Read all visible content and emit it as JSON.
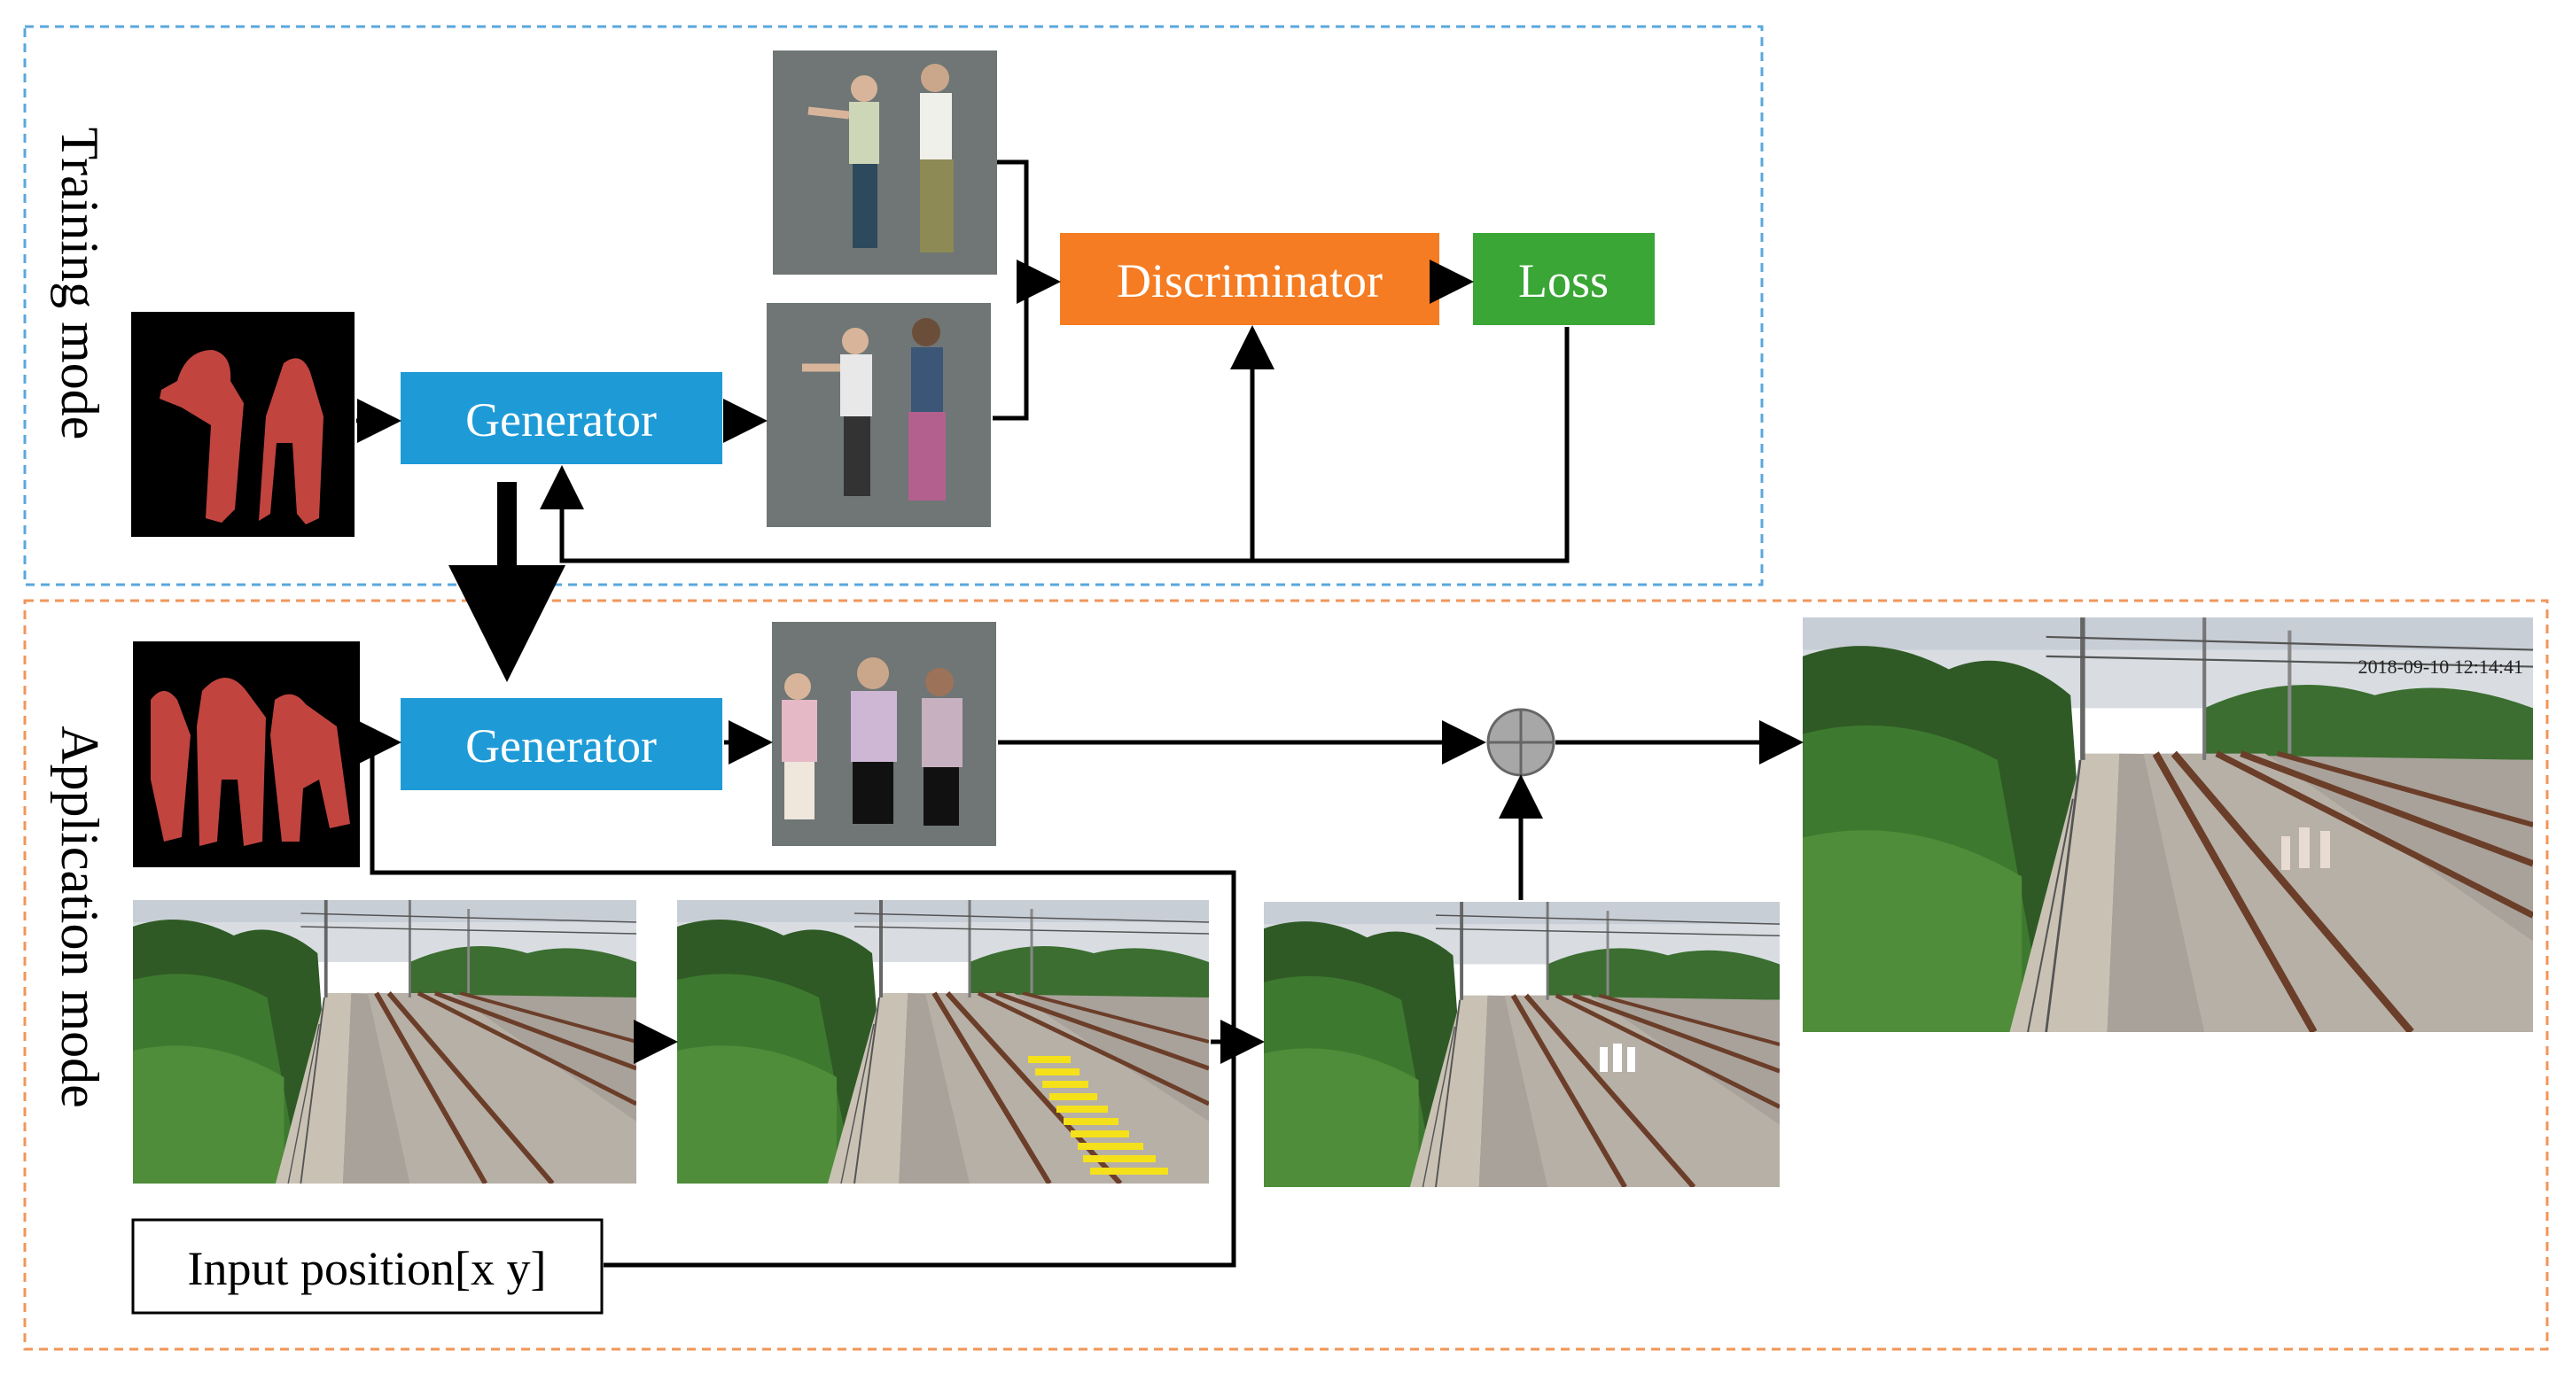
{
  "modes": {
    "training": "Training mode",
    "application": "Application mode"
  },
  "blocks": {
    "generator_training": "Generator",
    "generator_application": "Generator",
    "discriminator": "Discriminator",
    "loss": "Loss",
    "input_position": "Input position[x y]"
  },
  "overlay_text": {
    "timestamp": "2018-09-10 12:14:41"
  },
  "colors": {
    "generator": "#1e9bd7",
    "discriminator": "#f57c22",
    "loss": "#3aa636",
    "mask_fill": "#c1443f",
    "training_border": "#5aa7dd",
    "application_border": "#f0965a",
    "photo_background": "#6f7675"
  }
}
